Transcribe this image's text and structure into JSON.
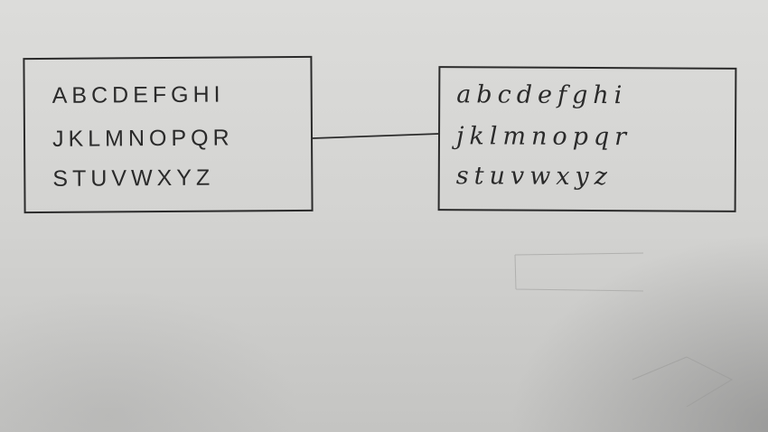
{
  "uppercase_box": {
    "rows": [
      "ABCDEFGHI",
      "JKLMNOPQR",
      "STUVWXYZ"
    ]
  },
  "lowercase_box": {
    "rows": [
      "abcdefghi",
      "jklmnopqr",
      "stuvwxyz"
    ]
  }
}
